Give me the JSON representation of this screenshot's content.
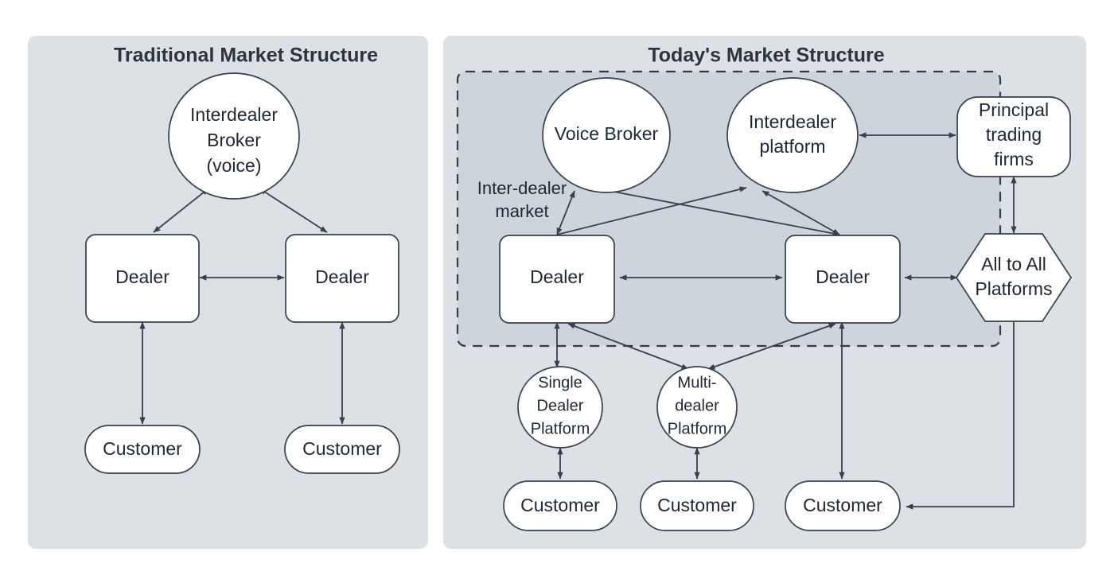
{
  "page": {
    "background_color": "#ffffff",
    "panel_color": "#dde0e4",
    "inner_region_color": "#ced4dc",
    "stroke_color": "#36404f",
    "text_color": "#1e2733",
    "title_color": "#2c3440"
  },
  "panels": [
    {
      "id": "traditional",
      "title": "Traditional Market Structure"
    },
    {
      "id": "today",
      "title": "Today's Market Structure",
      "region_label_line1": "Inter-dealer",
      "region_label_line2": "market"
    }
  ],
  "traditional": {
    "broker": {
      "line1": "Interdealer",
      "line2": "Broker",
      "line3": "(voice)"
    },
    "dealer_left": "Dealer",
    "dealer_right": "Dealer",
    "customer_left": "Customer",
    "customer_right": "Customer"
  },
  "today": {
    "voice_broker": "Voice Broker",
    "interdealer_platform": {
      "line1": "Interdealer",
      "line2": "platform"
    },
    "principal_trading_firms": {
      "line1": "Principal",
      "line2": "trading",
      "line3": "firms"
    },
    "dealer_left": "Dealer",
    "dealer_right": "Dealer",
    "all_to_all": {
      "line1": "All to All",
      "line2": "Platforms"
    },
    "single_dealer_platform": {
      "line1": "Single",
      "line2": "Dealer",
      "line3": "Platform"
    },
    "multi_dealer_platform": {
      "line1": "Multi-",
      "line2": "dealer",
      "line3": "Platform"
    },
    "customer_1": "Customer",
    "customer_2": "Customer",
    "customer_3": "Customer"
  }
}
